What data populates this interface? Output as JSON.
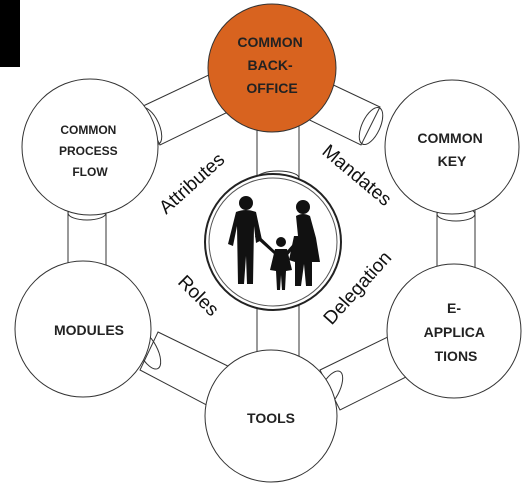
{
  "nodes": {
    "back_office": {
      "lines": [
        "COMMON",
        "BACK-",
        "OFFICE"
      ],
      "fill": "#d8631f"
    },
    "process_flow": {
      "lines": [
        "COMMON",
        "PROCESS",
        "FLOW"
      ]
    },
    "common_key": {
      "lines": [
        "COMMON",
        "KEY"
      ]
    },
    "modules": {
      "lines": [
        "MODULES"
      ]
    },
    "e_applications": {
      "lines": [
        "E-",
        "APPLICA",
        "TIONS"
      ]
    },
    "tools": {
      "lines": [
        "TOOLS"
      ]
    }
  },
  "spokes": {
    "attributes": "Attributes",
    "mandates": "Mandates",
    "roles": "Roles",
    "delegation": "Delegation"
  },
  "center": {
    "icon": "family-silhouette-icon"
  },
  "colors": {
    "accent": "#d8631f",
    "outline": "#333333",
    "silhouette": "#111111"
  }
}
